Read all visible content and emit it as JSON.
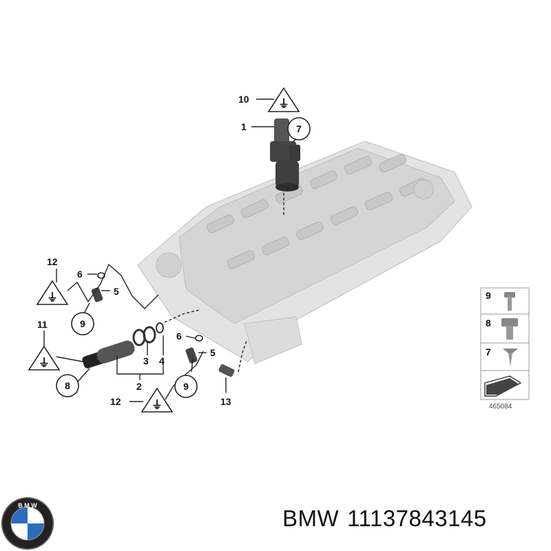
{
  "callouts": {
    "c1": "1",
    "c2": "2",
    "c3": "3",
    "c4": "4",
    "c5a": "5",
    "c5b": "5",
    "c6a": "6",
    "c6b": "6",
    "c7": "7",
    "c8": "8",
    "c9a": "9",
    "c9b": "9",
    "c10": "10",
    "c11": "11",
    "c12a": "12",
    "c12b": "12",
    "c13": "13"
  },
  "legend": {
    "item9": "9",
    "item8": "8",
    "item7": "7",
    "ref_number": "465084"
  },
  "footer": {
    "brand": "BMW",
    "part_number": "11137843145"
  },
  "colors": {
    "engine_gray": "#d8d8d8",
    "part_dark": "#333333",
    "legend_bg": "#f2f2f2"
  },
  "icons": [
    "warning-plug-icon",
    "bmw-logo-icon",
    "screw-icon",
    "bolt-icon",
    "arrow-icon"
  ]
}
